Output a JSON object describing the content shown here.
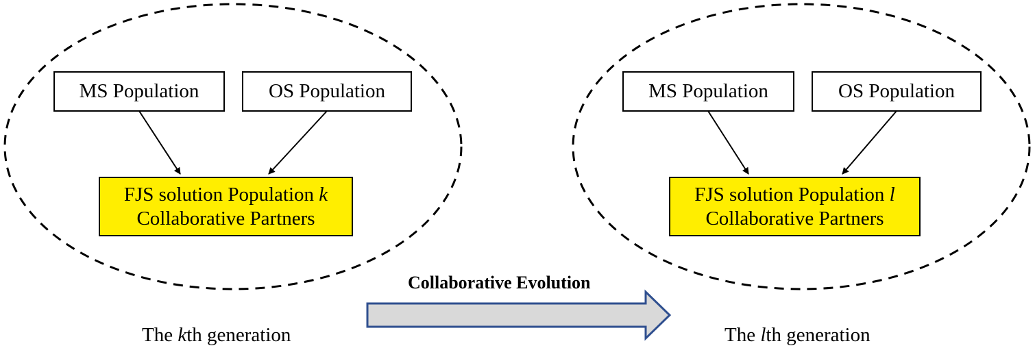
{
  "left_generation": {
    "ms_label": "MS Population",
    "os_label": "OS Population",
    "solution_line1_prefix": "FJS solution Population ",
    "solution_line1_var": "k",
    "solution_line2": "Collaborative Partners",
    "caption_prefix": "The ",
    "caption_var": "k",
    "caption_suffix": "th generation"
  },
  "right_generation": {
    "ms_label": "MS Population",
    "os_label": "OS Population",
    "solution_line1_prefix": "FJS solution Population ",
    "solution_line1_var": "l",
    "solution_line2": "Collaborative Partners",
    "caption_prefix": "The ",
    "caption_var": "l",
    "caption_suffix": "th generation"
  },
  "transition": {
    "label": "Collaborative Evolution"
  },
  "colors": {
    "solution_fill": "#ffee00",
    "arrow_fill": "#d9d9d9",
    "arrow_stroke": "#2f4f8f"
  }
}
